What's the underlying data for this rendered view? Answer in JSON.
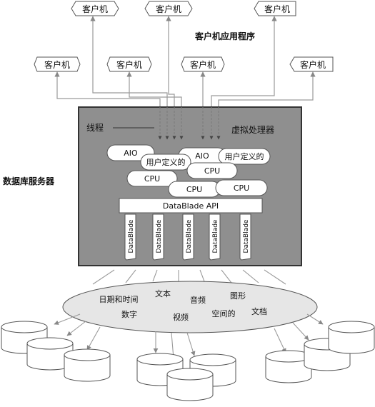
{
  "clients": {
    "top_row": [
      "客户机",
      "客户机",
      "客户机"
    ],
    "second_row": [
      "客户机",
      "客户机",
      "客户机",
      "客户机"
    ]
  },
  "client_app_label": "客户机应用程序",
  "db_server_label": "数据库服务器",
  "server": {
    "thread_label": "线程",
    "vp_label": "虚拟处理器",
    "aio": [
      "AIO",
      "AIO"
    ],
    "user_defined": [
      "用户定义的",
      "用户定义的"
    ],
    "cpu": [
      "CPU",
      "CPU",
      "CPU",
      "CPU"
    ],
    "datablade_api": "DataBlade API",
    "datablades": [
      "DataBlade",
      "DataBlade",
      "DataBlade",
      "DataBlade",
      "DataBlade"
    ]
  },
  "data_types": {
    "row1": [
      "日期和时间",
      "文本",
      "音频",
      "图形"
    ],
    "row2": [
      "数字",
      "视频",
      "空间的",
      "文档"
    ]
  },
  "colors": {
    "server_fill": "#8f8f8f",
    "line_gray": "#9a9a9a"
  }
}
